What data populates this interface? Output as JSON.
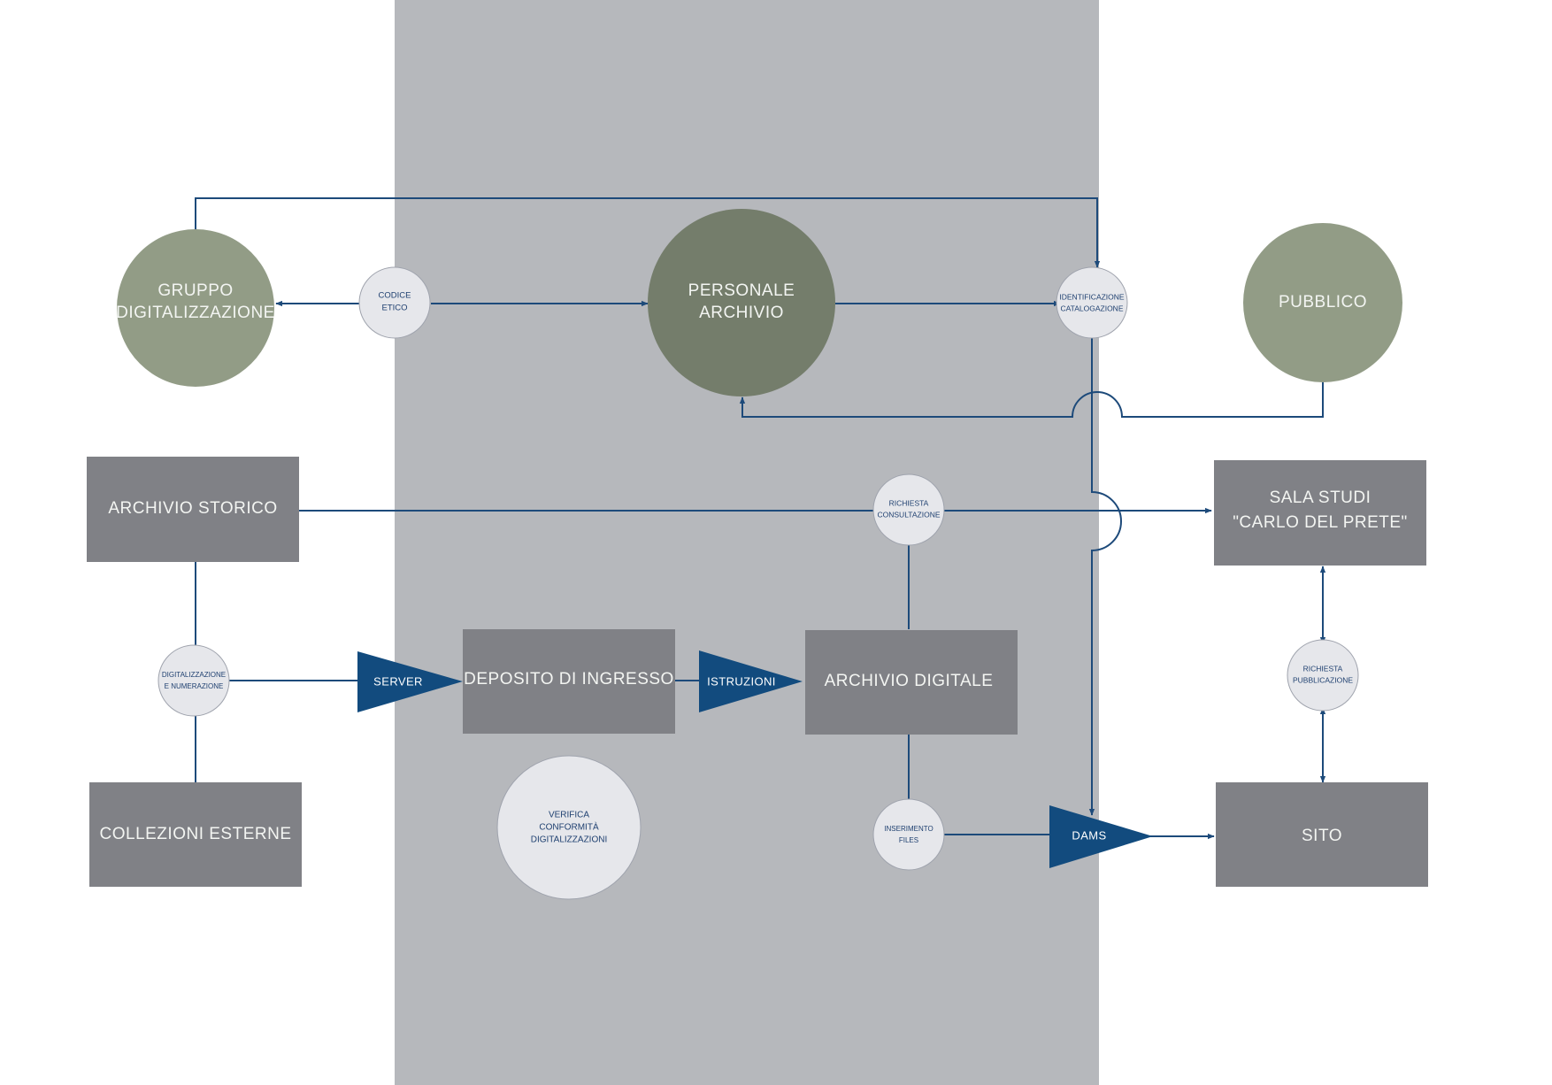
{
  "nodes": {
    "gruppo_digitalizzazione": [
      "GRUPPO",
      "DIGITALIZZAZIONE"
    ],
    "personale_archivio": [
      "PERSONALE",
      "ARCHIVIO"
    ],
    "pubblico": [
      "PUBBLICO"
    ],
    "archivio_storico": [
      "ARCHIVIO STORICO"
    ],
    "sala_studi": [
      "SALA STUDI",
      "\"CARLO DEL PRETE\""
    ],
    "collezioni_esterne": [
      "COLLEZIONI ESTERNE"
    ],
    "deposito_di_ingresso": [
      "DEPOSITO DI INGRESSO"
    ],
    "archivio_digitale": [
      "ARCHIVIO DIGITALE"
    ],
    "sito": [
      "SITO"
    ]
  },
  "steps": {
    "codice_etico": [
      "CODICE",
      "ETICO"
    ],
    "identificazione_catalogazione": [
      "IDENTIFICAZIONE",
      "CATALOGAZIONE"
    ],
    "richiesta_consultazione": [
      "RICHIESTA",
      "CONSULTAZIONE"
    ],
    "digitalizzazione_numerazione": [
      "DIGITALIZZAZIONE",
      "E NUMERAZIONE"
    ],
    "richiesta_pubblicazione": [
      "RICHIESTA",
      "PUBBLICAZIONE"
    ],
    "inserimento_files": [
      "INSERIMENTO",
      "FILES"
    ],
    "verifica_conformita": [
      "VERIFICA",
      "CONFORMITÀ",
      "DIGITALIZZAZIONI"
    ]
  },
  "connectors": {
    "server": "SERVER",
    "istruzioni": "ISTRUZIONI",
    "dams": "DAMS"
  },
  "colors": {
    "band": "#b6b8bc",
    "circle_light": "#929c86",
    "circle_dark": "#747d6b",
    "box": "#808186",
    "step_circle": "#e6e7eb",
    "line": "#1d4a7a",
    "triangle": "#124b7e"
  }
}
